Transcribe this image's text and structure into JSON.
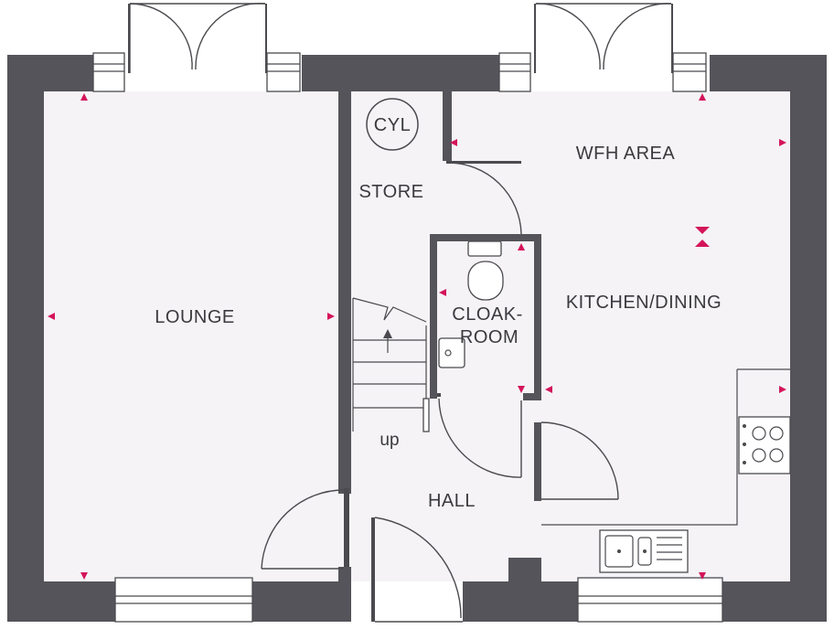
{
  "rooms": {
    "lounge": "LOUNGE",
    "store": "STORE",
    "cylinder": "CYL",
    "wfh_area": "WFH AREA",
    "kitchen_dining": "KITCHEN/DINING",
    "cloakroom_line1": "CLOAK-",
    "cloakroom_line2": "ROOM",
    "hall": "HALL",
    "stairs": "up"
  },
  "colors": {
    "wall": "#55545a",
    "floor": "#f5f3f5",
    "line": "#4a4a4f",
    "accent": "#d4145a"
  },
  "icons": {
    "dimension_marker": "triangle-marker",
    "hob": "hob-icon",
    "sink": "sink-icon",
    "toilet": "toilet-icon",
    "basin": "basin-icon",
    "cylinder": "cylinder-icon"
  }
}
